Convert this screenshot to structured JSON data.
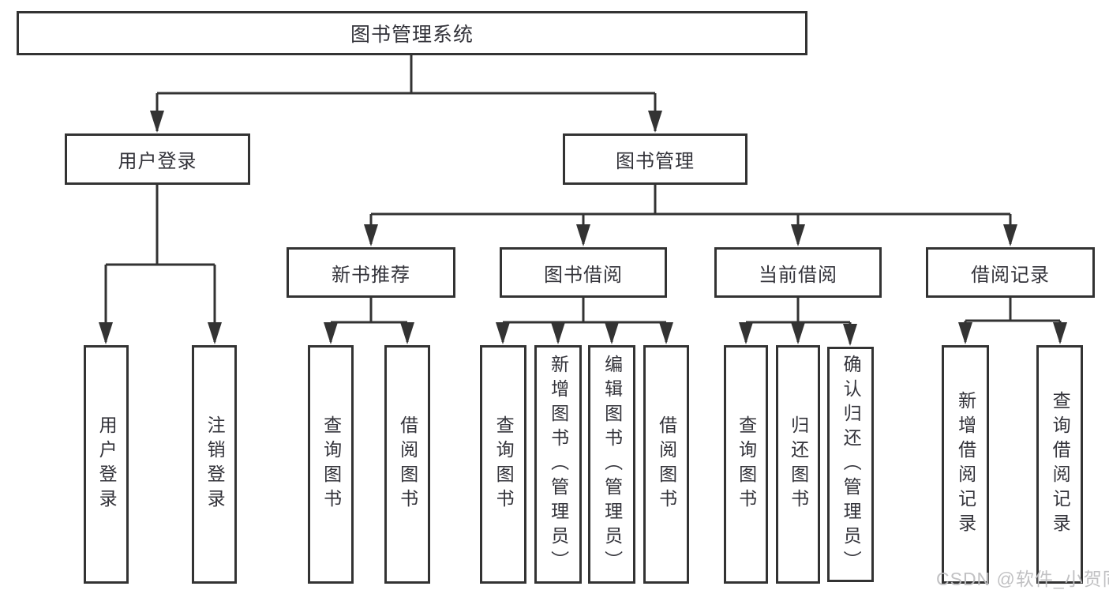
{
  "tree": {
    "root": "图书管理系统",
    "branches": [
      {
        "label": "用户登录",
        "leaves": [
          "用户登录",
          "注销登录"
        ]
      },
      {
        "label": "图书管理",
        "groups": [
          {
            "label": "新书推荐",
            "leaves": [
              "查询图书",
              "借阅图书"
            ]
          },
          {
            "label": "图书借阅",
            "leaves": [
              "查询图书",
              "新增图书（管理员）",
              "编辑图书（管理员）",
              "借阅图书"
            ]
          },
          {
            "label": "当前借阅",
            "leaves": [
              "查询图书",
              "归还图书",
              "确认归还（管理员）"
            ]
          },
          {
            "label": "借阅记录",
            "leaves": [
              "新增借阅记录",
              "查询借阅记录"
            ]
          }
        ]
      }
    ]
  },
  "watermark": {
    "text": "CSDN @软件_小贺同学"
  },
  "colors": {
    "line": "#333333",
    "box_border": "#333333",
    "text": "#33333a",
    "watermark": "#bebec0",
    "background": "#ffffff"
  }
}
